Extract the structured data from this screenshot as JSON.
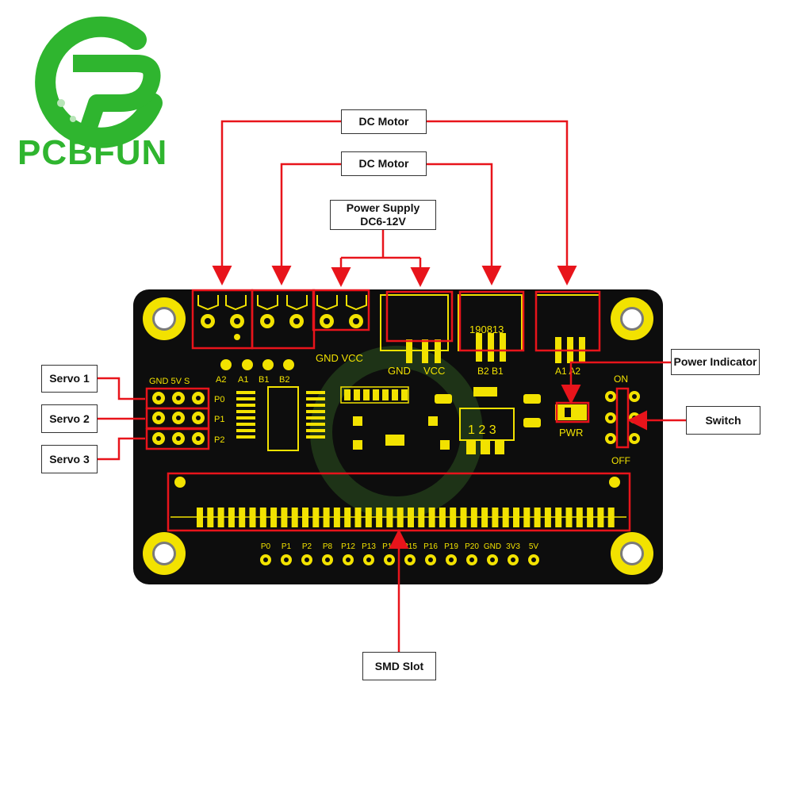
{
  "brand": {
    "name": "PCBFUN"
  },
  "callouts": {
    "dc_motor_top": "DC Motor",
    "dc_motor_2": "DC Motor",
    "power_supply_line1": "Power Supply",
    "power_supply_line2": "DC6-12V",
    "servo1": "Servo 1",
    "servo2": "Servo 2",
    "servo3": "Servo 3",
    "power_indicator": "Power Indicator",
    "switch": "Switch",
    "smd_slot": "SMD Slot"
  },
  "board": {
    "motor_a2": "A2",
    "motor_a1": "A1",
    "motor_b1": "B1",
    "motor_b2": "B2",
    "gnd_vcc_left": "GND VCC",
    "gnd_right": "GND",
    "vcc_right": "VCC",
    "date_code": "190813",
    "b2b1": "B2 B1",
    "a1a2": "A1 A2",
    "servo_header": "GND 5V S",
    "p0": "P0",
    "p1": "P1",
    "p2": "P2",
    "reg_pins": "1 2 3",
    "pwr": "PWR",
    "on": "ON",
    "off": "OFF",
    "pins": [
      "P0",
      "P1",
      "P2",
      "P8",
      "P12",
      "P13",
      "P14",
      "P15",
      "P16",
      "P19",
      "P20",
      "GND",
      "3V3",
      "5V"
    ]
  },
  "colors": {
    "callout": "#e8141b",
    "silk": "#f2e200",
    "board": "#0d0d0d",
    "brand": "#2fb52f"
  }
}
